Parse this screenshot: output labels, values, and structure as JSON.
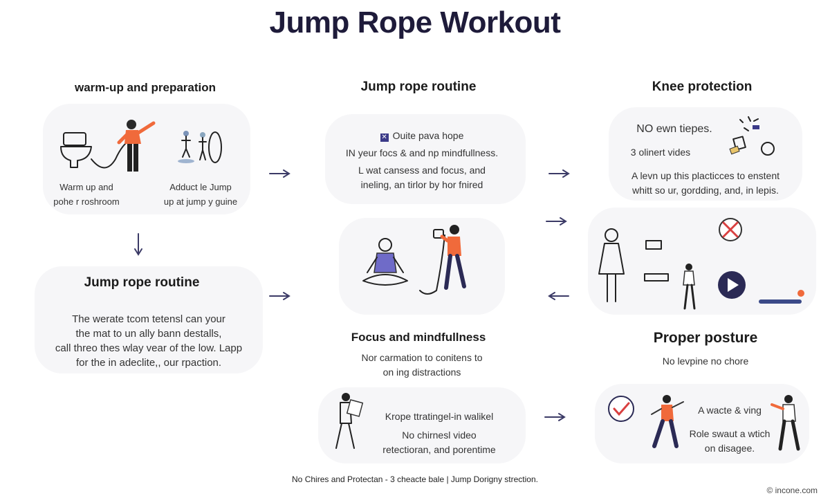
{
  "title": "Jump Rope Workout",
  "panels": {
    "warmup": {
      "heading": "warm-up and preparation",
      "caption_left": [
        "Warm up and",
        "pohe r roshroom"
      ],
      "caption_right": [
        "Adduct le Jump",
        "up at jump y guine"
      ]
    },
    "routine_top": {
      "heading": "Jump rope routine",
      "lines": [
        "Ouite pava hope",
        "IN yeur focs & and np mindfullness.",
        "L wat cansess and focus, and",
        "ineling, an tirlor by hor fnired"
      ]
    },
    "knee": {
      "heading": "Knee protection",
      "lines": [
        "NO ewn tiepes.",
        "3 olinert vides",
        "A levn up this placticces to enstent",
        "whitt so ur, gordding, and,  in lepis."
      ]
    },
    "routine_left": {
      "heading": "Jump rope routine",
      "lines": [
        "The werate tcom tetensl can your",
        "the mat to un ally bann destalls,",
        "call threo thes wlay vear of the low. Lapp",
        "for the in adeclite,, our rpaction."
      ]
    },
    "focus": {
      "heading": "Focus and mindfullness",
      "lines": [
        "Nor carmation to conitens to",
        "on ing distractions"
      ],
      "bottom_lines": [
        "Krope ttratingel-in walikel",
        "No chirnesl video",
        "retectioran, and porentime"
      ]
    },
    "posture": {
      "heading": "Proper posture",
      "subtitle": "No levpine no chore",
      "lines": [
        "A wacte & ving",
        "Role swaut a wtich",
        "on disagee."
      ]
    }
  },
  "footer": "No Chires and Protectan - 3 cheacte bale  |  Jump Dorigny strection.",
  "credit": "© incone.com",
  "colors": {
    "accent": "#f06a3b",
    "navy": "#2b2a55",
    "purple": "#7b6fd0",
    "arrow": "#3b3a66"
  }
}
